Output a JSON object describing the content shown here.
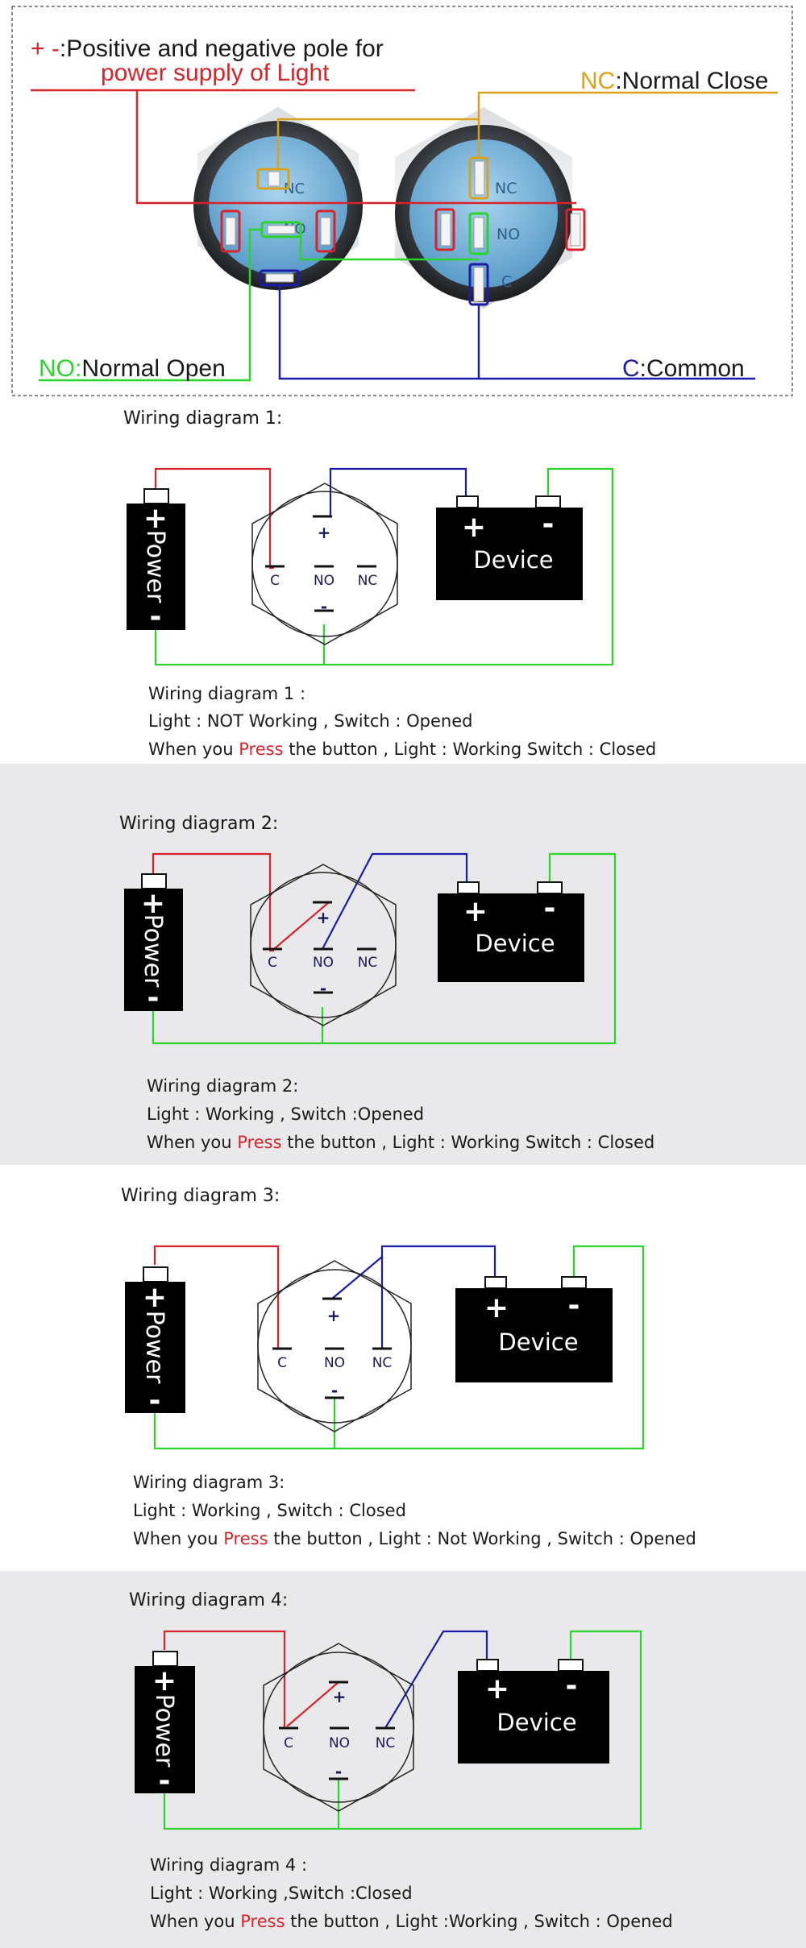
{
  "colors": {
    "power_red": "#d8232a",
    "nc_orange": "#d9a21b",
    "no_green": "#2bd42b",
    "common_blue": "#1c1ca8",
    "press_red": "#d8232a",
    "panel_gray": "#e9e8ea"
  },
  "top_panel": {
    "pole_symbols": "+ -",
    "pole_colon": ":",
    "pole_text": "Positive and negative pole for",
    "pole_text_line2": "power supply of Light",
    "nc_abbr": "NC",
    "nc_text": ":Normal Close",
    "no_abbr": "NO:",
    "no_text": "Normal Open",
    "c_abbr": "C",
    "c_text": ":Common",
    "switch_marks": {
      "nc": "NC",
      "no": "NO",
      "c": "C"
    }
  },
  "labels": {
    "terminal_c": "C",
    "terminal_no": "NO",
    "terminal_nc": "NC",
    "plus": "+",
    "minus": "-",
    "power": "Power",
    "device": "Device",
    "press": "Press"
  },
  "diagrams": [
    {
      "heading": "Wiring diagram 1:",
      "caption_title": "Wiring diagram 1 :",
      "caption_line1": "Light :  NOT Working , Switch : Opened",
      "caption_pre": "When you",
      "caption_post": "the button , Light : Working  Switch : Closed"
    },
    {
      "heading": "Wiring diagram 2:",
      "caption_title": "Wiring diagram 2:",
      "caption_line1": "Light : Working , Switch :Opened",
      "caption_pre": "When you",
      "caption_post": "the button , Light : Working Switch : Closed"
    },
    {
      "heading": "Wiring diagram 3:",
      "caption_title": "Wiring diagram 3:",
      "caption_line1": "Light :  Working , Switch : Closed",
      "caption_pre": "When you",
      "caption_post": "the button , Light : Not Working , Switch : Opened"
    },
    {
      "heading": "Wiring diagram 4:",
      "caption_title": "Wiring diagram 4 :",
      "caption_line1": "Light : Working ,Switch :Closed",
      "caption_pre": "When you",
      "caption_post": "the button , Light :Working , Switch : Opened"
    }
  ]
}
